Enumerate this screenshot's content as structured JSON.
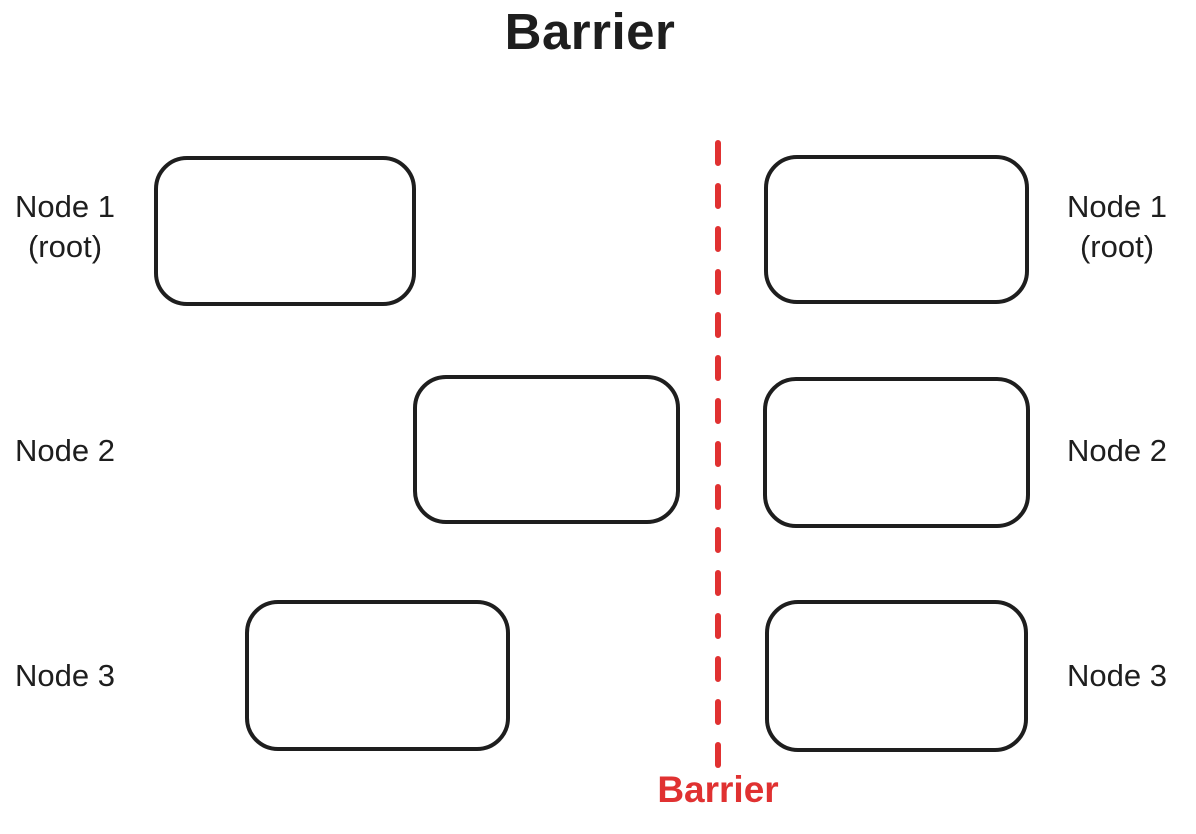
{
  "title": {
    "text": "Barrier"
  },
  "colors": {
    "ink": "#1e1e1e",
    "accent-red": "#e03131",
    "background": "#ffffff"
  },
  "barrier": {
    "label": "Barrier"
  },
  "left": {
    "nodes": [
      {
        "label": "Node 1\n(root)"
      },
      {
        "label": "Node 2"
      },
      {
        "label": "Node 3"
      }
    ]
  },
  "right": {
    "nodes": [
      {
        "label": "Node 1\n(root)"
      },
      {
        "label": "Node 2"
      },
      {
        "label": "Node 3"
      }
    ]
  }
}
